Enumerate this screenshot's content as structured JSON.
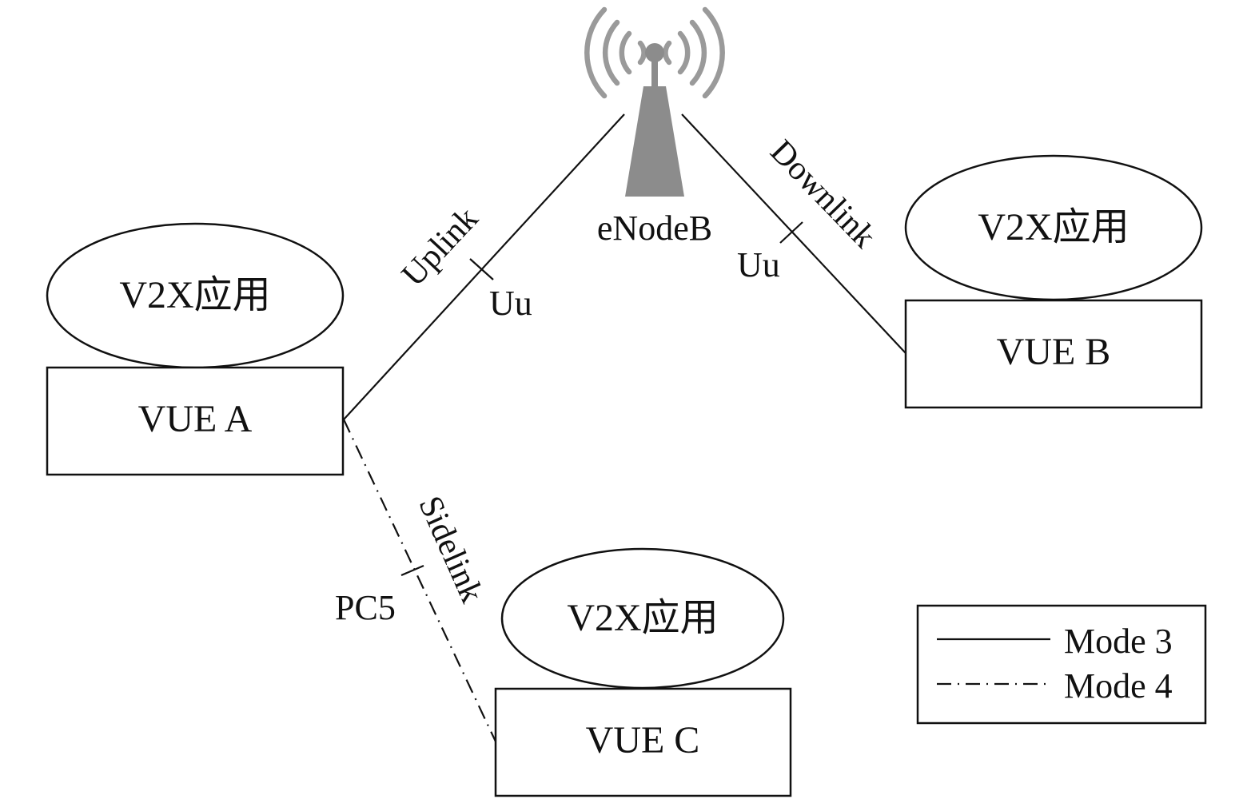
{
  "base_station": {
    "label": "eNodeB"
  },
  "nodes": {
    "a": {
      "box_label": "VUE A",
      "app_label": "V2X应用"
    },
    "b": {
      "box_label": "VUE B",
      "app_label": "V2X应用"
    },
    "c": {
      "box_label": "VUE C",
      "app_label": "V2X应用"
    }
  },
  "links": {
    "uplink": {
      "label": "Uplink",
      "interface": "Uu"
    },
    "downlink": {
      "label": "Downlink",
      "interface": "Uu"
    },
    "sidelink": {
      "label": "Sidelink",
      "interface": "PC5"
    }
  },
  "legend": {
    "items": [
      {
        "label": "Mode 3",
        "line_style": "solid"
      },
      {
        "label": "Mode 4",
        "line_style": "dash-dot"
      }
    ]
  }
}
